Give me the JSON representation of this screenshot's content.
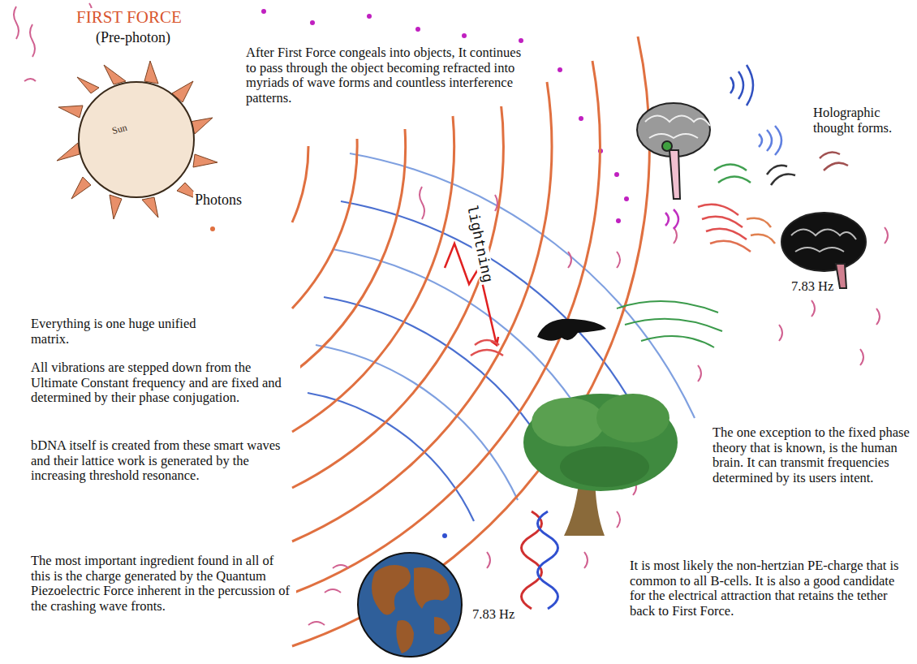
{
  "diagram": {
    "title": "FIRST FORCE",
    "nodes": [
      {
        "text": [
          "Sun"
        ]
      }
    ],
    "labels": [
      "(Pre-photon)",
      "Photons",
      "After First Force congeals into objects, It continues to pass through the object becoming refracted into myriads of wave forms and countless interference patterns.",
      "Holographic thought forms.",
      "7.83 Hz",
      "lightning",
      "Everything is one huge unified matrix.",
      "All vibrations are stepped down from the Ultimate Constant frequency and are fixed and determined by their phase conjugation.",
      "bDNA itself is created from these smart waves and their lattice work is generated by the increasing threshold resonance.",
      "7.83 Hz",
      "The most important ingredient found in all of this is the charge generated by the Quantum Piezoelectric Force inherent in the percussion of the crashing wave fronts.",
      "The one exception to the fixed phase theory that is known, is the human brain. It can transmit frequencies determined by its users intent.",
      "It is most likely the non-hertzian PE-charge that is common to all B-cells. It is also a good candidate for the electrical attraction that retains the tether back to First Force."
    ]
  }
}
